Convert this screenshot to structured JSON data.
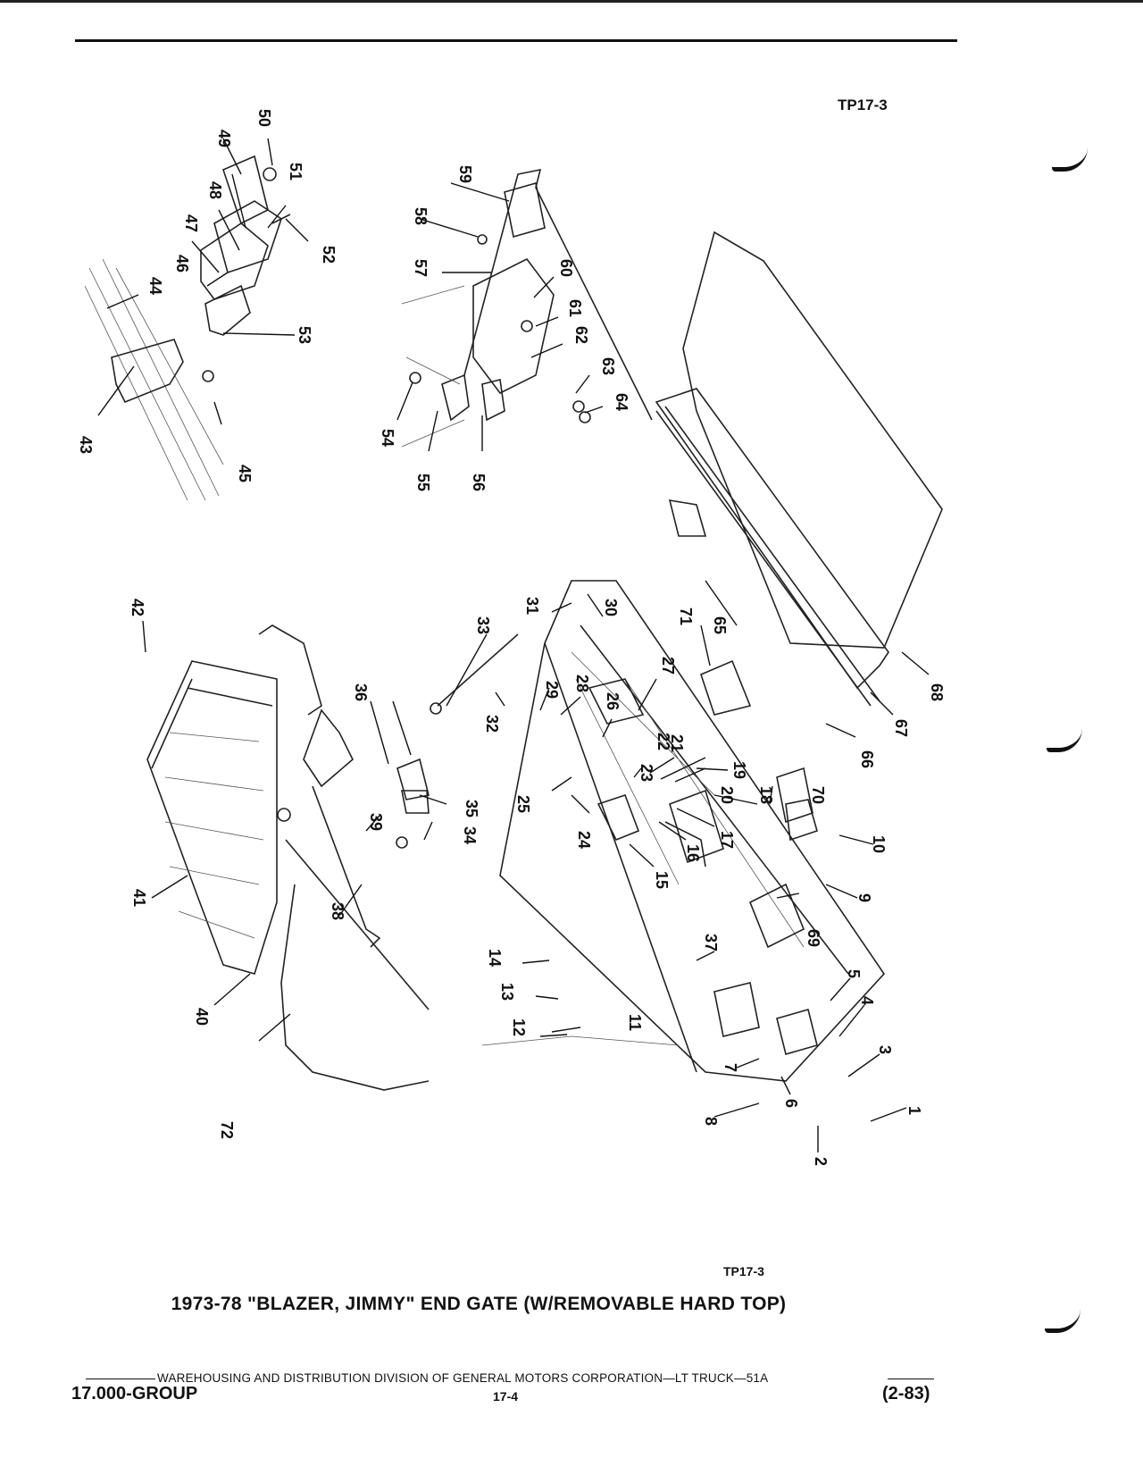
{
  "header": {
    "ref_top": "TP17-3"
  },
  "figure": {
    "ref_bottom": "TP17-3",
    "caption": "1973-78 \"BLAZER, JIMMY\" END GATE (W/REMOVABLE HARD TOP)",
    "callouts": [
      "1",
      "2",
      "3",
      "4",
      "5",
      "6",
      "7",
      "8",
      "9",
      "10",
      "11",
      "12",
      "13",
      "14",
      "15",
      "16",
      "17",
      "18",
      "19",
      "20",
      "21",
      "22",
      "23",
      "24",
      "25",
      "26",
      "27",
      "28",
      "29",
      "30",
      "31",
      "32",
      "33",
      "34",
      "35",
      "36",
      "37",
      "38",
      "39",
      "40",
      "41",
      "42",
      "43",
      "44",
      "45",
      "46",
      "47",
      "48",
      "49",
      "50",
      "51",
      "52",
      "53",
      "54",
      "55",
      "56",
      "57",
      "58",
      "59",
      "60",
      "61",
      "62",
      "63",
      "64",
      "65",
      "66",
      "67",
      "68",
      "69",
      "70",
      "71",
      "72"
    ]
  },
  "footer": {
    "publisher_line": "WAREHOUSING AND DISTRIBUTION  DIVISION OF GENERAL MOTORS CORPORATION—LT TRUCK—51A",
    "group": "17.000-GROUP",
    "page": "17-4",
    "date": "(2-83)"
  }
}
